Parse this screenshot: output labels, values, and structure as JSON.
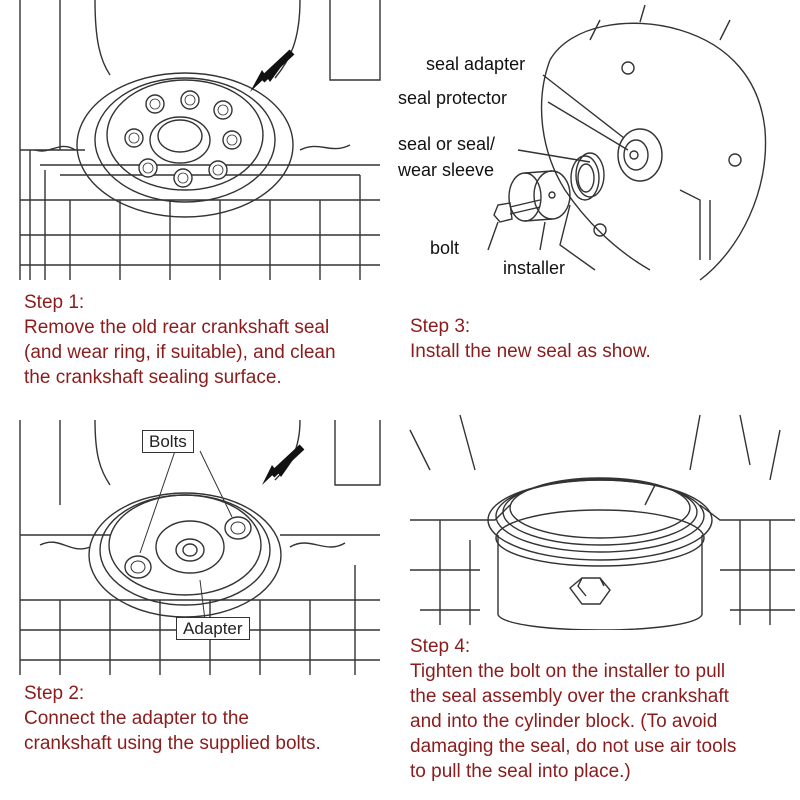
{
  "step1": {
    "heading": "Step 1:",
    "lines": [
      "Remove the old rear crankshaft seal",
      "(and wear ring, if suitable), and clean",
      "the crankshaft sealing surface."
    ]
  },
  "step2": {
    "heading": "Step 2:",
    "lines": [
      "Connect the adapter to the",
      "crankshaft using the supplied bolts."
    ],
    "callout_bolts": "Bolts",
    "callout_adapter": "Adapter"
  },
  "step3": {
    "heading": "Step 3:",
    "lines": [
      "Install the new seal as show."
    ],
    "labels": {
      "seal_adapter": "seal adapter",
      "seal_protector": "seal protector",
      "seal_or_seal": "seal or seal/",
      "wear_sleeve": "wear sleeve",
      "bolt": "bolt",
      "installer": "installer"
    }
  },
  "step4": {
    "heading": "Step 4:",
    "lines": [
      "Tighten the bolt on the installer to pull",
      "the seal assembly over the crankshaft",
      "and into the cylinder block. (To avoid",
      "damaging the seal, do not use air tools",
      "to pull the seal into place.)"
    ]
  },
  "colors": {
    "step_text": "#8b1c1c",
    "line_art": "#333333"
  }
}
